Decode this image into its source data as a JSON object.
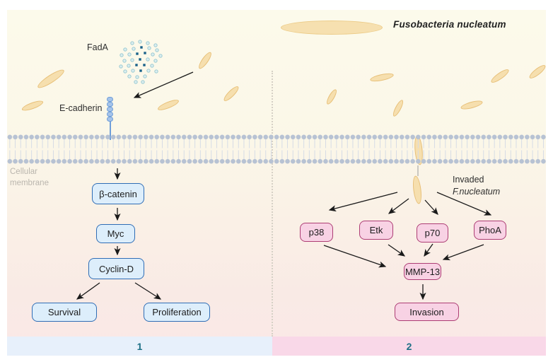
{
  "title": "Fusobacteria nucleatum",
  "extracellular": {
    "fada_label": "FadA",
    "e_cadherin_label": "E-cadherin"
  },
  "membrane_label": {
    "line1": "Cellular",
    "line2": "membrane"
  },
  "invaded_label": {
    "line1": "Invaded",
    "line2": "F.nucleatum"
  },
  "pathway1": {
    "number": "1",
    "nodes": [
      "β-catenin",
      "Myc",
      "Cyclin-D",
      "Survival",
      "Proliferation"
    ],
    "edges": [
      {
        "from": "FadA / E-cadherin",
        "to": "β-catenin"
      },
      {
        "from": "β-catenin",
        "to": "Myc"
      },
      {
        "from": "Myc",
        "to": "Cyclin-D"
      },
      {
        "from": "Cyclin-D",
        "to": "Survival"
      },
      {
        "from": "Cyclin-D",
        "to": "Proliferation"
      }
    ]
  },
  "pathway2": {
    "number": "2",
    "nodes": [
      "p38",
      "Etk",
      "p70",
      "PhoA",
      "MMP-13",
      "Invasion"
    ],
    "edges": [
      {
        "from": "Invaded F.nucleatum",
        "to": "p38"
      },
      {
        "from": "Invaded F.nucleatum",
        "to": "Etk"
      },
      {
        "from": "Invaded F.nucleatum",
        "to": "p70"
      },
      {
        "from": "Invaded F.nucleatum",
        "to": "PhoA"
      },
      {
        "from": "p38",
        "to": "MMP-13"
      },
      {
        "from": "Etk",
        "to": "MMP-13"
      },
      {
        "from": "p70",
        "to": "MMP-13"
      },
      {
        "from": "PhoA",
        "to": "MMP-13"
      },
      {
        "from": "MMP-13",
        "to": "Invasion"
      }
    ]
  },
  "colors": {
    "pathway1_box_fill": "#ddeefb",
    "pathway1_box_border": "#2f6db5",
    "pathway2_box_fill": "#f8d2e4",
    "pathway2_box_border": "#ad3d74",
    "bacterium_fill": "#f6dfae",
    "bacterium_border": "#e7bf77",
    "band1_background": "#e7f0fb",
    "band2_background": "#f9d8e8",
    "band_number_color": "#1d7086"
  }
}
